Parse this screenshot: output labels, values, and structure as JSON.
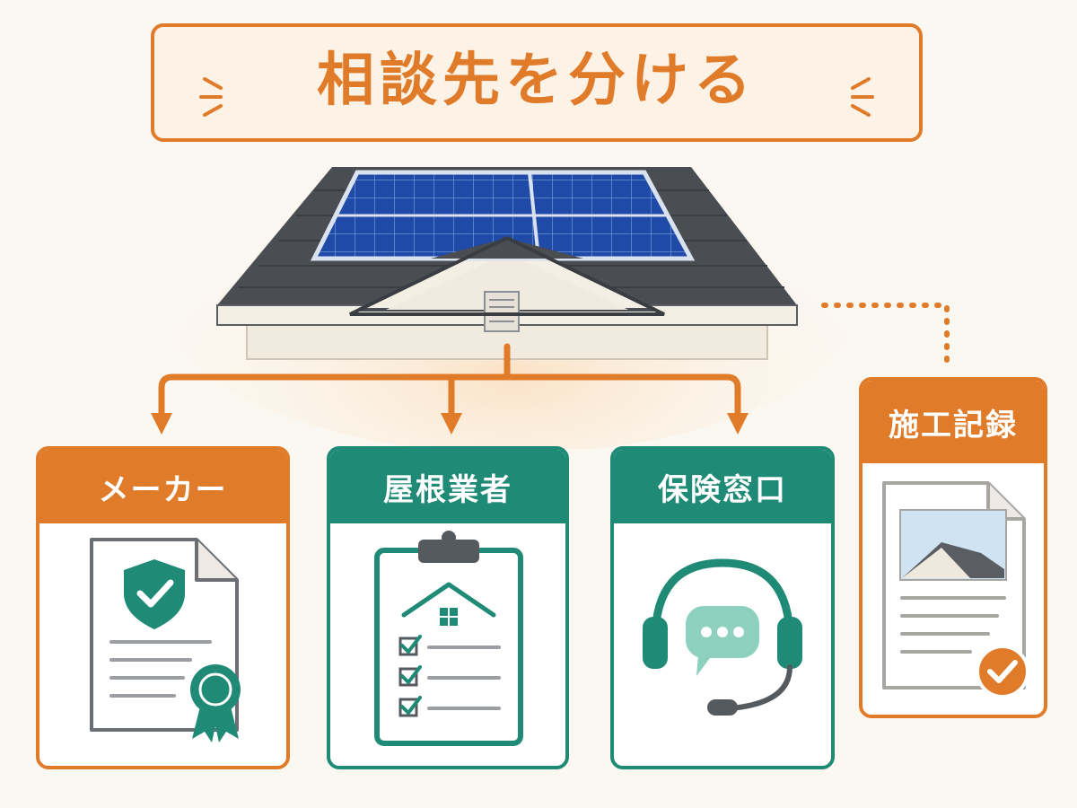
{
  "title": "相談先を分ける",
  "cards": [
    {
      "label": "メーカー",
      "color": "#e07b2a",
      "icon": "warranty-document-icon"
    },
    {
      "label": "屋根業者",
      "color": "#1f8a76",
      "icon": "clipboard-checklist-icon"
    },
    {
      "label": "保険窓口",
      "color": "#1f8a76",
      "icon": "headset-chat-icon"
    }
  ],
  "side_card": {
    "label": "施工記録",
    "color": "#e07b2a",
    "icon": "photo-document-check-icon"
  },
  "colors": {
    "accent": "#e07b2a",
    "teal": "#1f8a76",
    "background": "#fbf8f2"
  }
}
